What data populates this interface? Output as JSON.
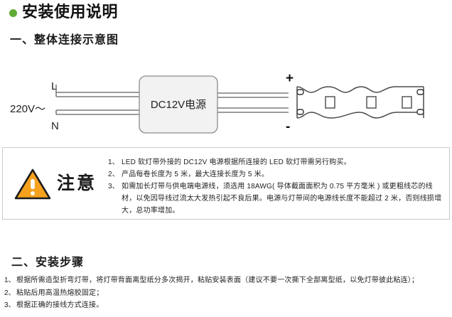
{
  "page": {
    "title": "安装使用说明",
    "bullet_color": "#5faa33"
  },
  "sections": [
    {
      "id": "one",
      "heading": "一、整体连接示意图"
    },
    {
      "id": "two",
      "heading": "二、安装步骤"
    }
  ],
  "diagram": {
    "supply_label": "DC12V电源",
    "input_label": "220V～",
    "live_label": "L",
    "neutral_label": "N",
    "positive_label": "+",
    "negative_label": "-",
    "box_fill": "#f2f2f2",
    "box_stroke": "#8c8c8c",
    "wire_stroke": "#7b7b7b",
    "strip_stroke": "#4a4a4a"
  },
  "notice": {
    "icon_name": "warning-triangle-icon",
    "icon_fill": "#f5a11e",
    "icon_stroke": "#1b1b1b",
    "word": "注意",
    "items": [
      {
        "num": "1、",
        "text": "LED 软灯带外接的 DC12V 电源根据所连接的 LED 软灯带需另行购买。"
      },
      {
        "num": "2、",
        "text": "产品每卷长度为 5 米，最大连接长度为 5 米。"
      },
      {
        "num": "3、",
        "text": "如需加长灯带与供电端电源线，须选用 18AWG( 导体截面面积为 0.75 平方毫米 ) 或更粗线芯的线材，以免因导线过流太大发热引起不良后果。电源与灯带间的电源线长度不能超过 2 米，否则线损增大，总功率增加。"
      }
    ]
  },
  "steps": [
    {
      "num": "1、",
      "text": "根据所需造型折弯灯带，将灯带背面离型纸分多次揭开，粘贴安装表面（建议不要一次撕下全部离型纸，以免灯带彼此粘连）；"
    },
    {
      "num": "2、",
      "text": "粘贴后用高温热熔胶固定；"
    },
    {
      "num": "3、",
      "text": "根据正确的接线方式连接。"
    }
  ]
}
